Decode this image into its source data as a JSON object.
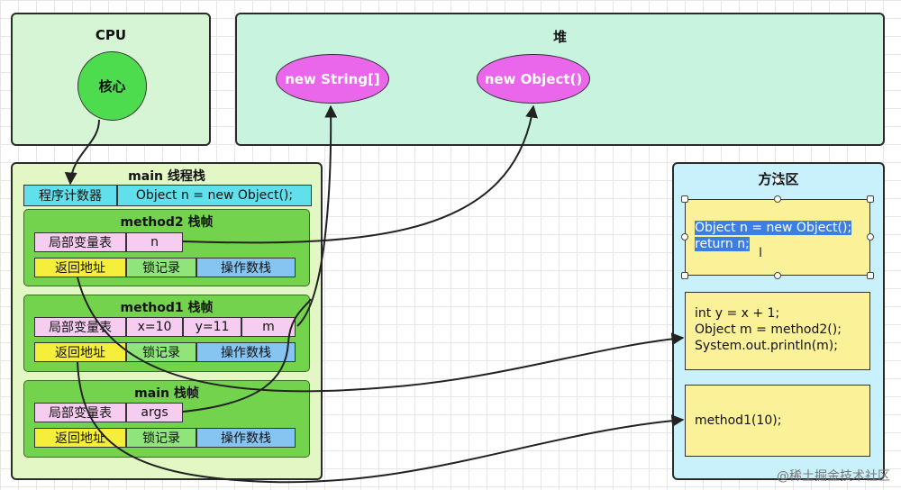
{
  "cpu": {
    "title": "CPU",
    "core_label": "核心"
  },
  "heap": {
    "title": "堆",
    "string_label": "new String[]",
    "object_label": "new Object()"
  },
  "thread_stack": {
    "title": "main 线程栈",
    "pc_label": "程序计数器",
    "pc_value": "Object n = new Object();",
    "frames": [
      {
        "title": "method2 栈帧",
        "locals_label": "局部变量表",
        "locals": [
          "n"
        ],
        "return_label": "返回地址",
        "lock_label": "锁记录",
        "operand_label": "操作数栈"
      },
      {
        "title": "method1 栈帧",
        "locals_label": "局部变量表",
        "locals": [
          "x=10",
          "y=11",
          "m"
        ],
        "return_label": "返回地址",
        "lock_label": "锁记录",
        "operand_label": "操作数栈"
      },
      {
        "title": "main 栈帧",
        "locals_label": "局部变量表",
        "locals": [
          "args"
        ],
        "return_label": "返回地址",
        "lock_label": "锁记录",
        "operand_label": "操作数栈"
      }
    ]
  },
  "method_area": {
    "title": "方法区",
    "blocks": [
      {
        "lines": [
          "Object n = new Object();",
          "return n;"
        ]
      },
      {
        "lines": [
          "int y = x + 1;",
          "Object m = method2();",
          "System.out.println(m);"
        ]
      },
      {
        "lines": [
          "method1(10);"
        ]
      }
    ]
  },
  "watermark": "@稀土掘金技术社区",
  "colors": {
    "cpu_bg": "#d6f5d4",
    "heap_bg": "#c8f3df",
    "stack_bg": "#e3f7c4",
    "frame_bg": "#74d34c",
    "method_area_bg": "#c9f1fb",
    "code_bg": "#fbf199",
    "object_ellipse": "#ea66ea",
    "core": "#4ddc4d",
    "selection": "#3b7fe0"
  }
}
